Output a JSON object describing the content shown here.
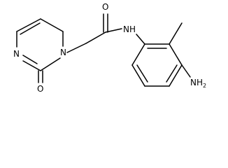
{
  "molecule": {
    "atoms": {
      "carbonyl_oxygen": "O",
      "amide_nh": "NH",
      "ring_nitrogen_1": "N",
      "ring_nitrogen_3": "N",
      "ring_oxygen": "O",
      "amino_n": "NH",
      "amino_h_count": "2"
    }
  }
}
